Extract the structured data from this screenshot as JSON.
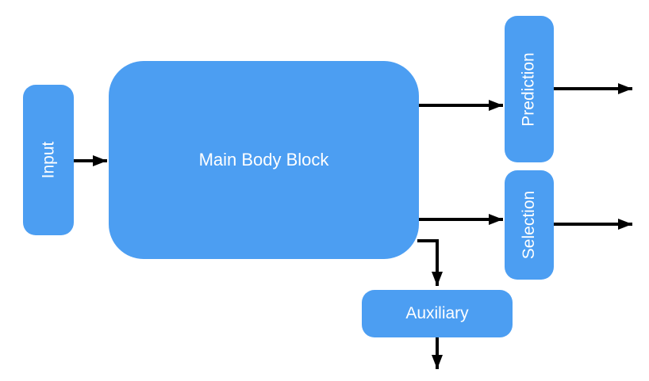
{
  "colors": {
    "node_fill": "#4C9EF2",
    "node_text": "#FFFFFF",
    "arrow": "#000000",
    "background": "#FFFFFF"
  },
  "diagram": {
    "nodes": {
      "input": {
        "label": "Input",
        "orientation": "vertical"
      },
      "main": {
        "label": "Main Body Block",
        "orientation": "horizontal"
      },
      "prediction": {
        "label": "Prediction",
        "orientation": "vertical"
      },
      "selection": {
        "label": "Selection",
        "orientation": "vertical"
      },
      "auxiliary": {
        "label": "Auxiliary",
        "orientation": "horizontal"
      }
    },
    "edges": [
      {
        "from": "input",
        "to": "main"
      },
      {
        "from": "main",
        "to": "prediction"
      },
      {
        "from": "prediction",
        "to": "output-right-top"
      },
      {
        "from": "main",
        "to": "selection"
      },
      {
        "from": "selection",
        "to": "output-right-bottom"
      },
      {
        "from": "main",
        "to": "auxiliary"
      },
      {
        "from": "auxiliary",
        "to": "output-bottom"
      }
    ]
  }
}
